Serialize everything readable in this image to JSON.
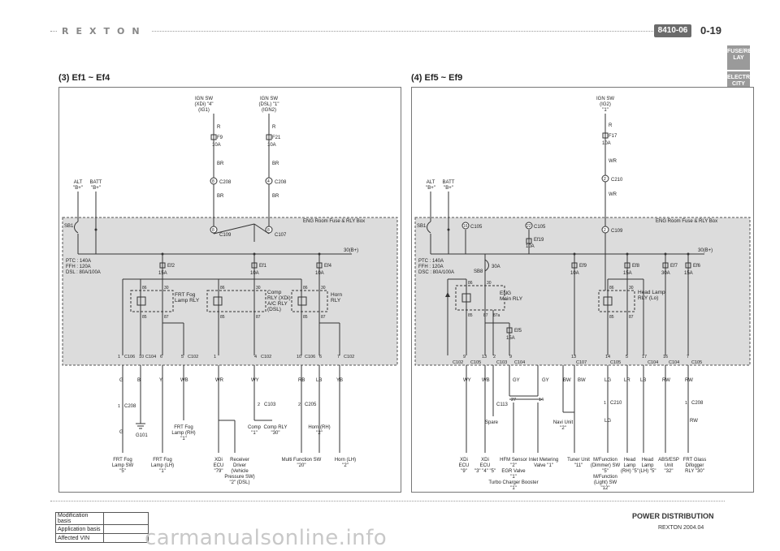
{
  "header": {
    "logo": "REXTON",
    "code": "8410-06",
    "page": "0-19",
    "tabs": [
      "FUSE/RE LAY",
      "ELECTRI CITY"
    ]
  },
  "left": {
    "title": "(3) Ef1 ~ Ef4",
    "box_label": "ENG Room Fuse & RLY Box",
    "ign1": [
      "IGN SW",
      "(XDi) \"4\"",
      "(IG1)"
    ],
    "ign2": [
      "IGN SW",
      "(DSL) \"1\"",
      "(IGN2)"
    ],
    "f9": [
      "F9",
      "10A"
    ],
    "f21": [
      "F21",
      "10A"
    ],
    "wire_r": "R",
    "wire_br": "BR",
    "c208": "C208",
    "c109": "C109",
    "c107": "C107",
    "pin8": "8",
    "pin4": "4",
    "alt": [
      "ALT",
      "\"B+\""
    ],
    "batt": [
      "BATT",
      "\"B+\""
    ],
    "sb1": "SB1",
    "ptc": [
      "PTC : 140A",
      "FFH : 120A",
      "DSL : 80A/100A"
    ],
    "bus": "30(B+)",
    "ef2": [
      "Ef2",
      "15A"
    ],
    "ef1": [
      "Ef1",
      "10A"
    ],
    "ef4": [
      "Ef4",
      "10A"
    ],
    "relay1": [
      "FRT Fog",
      "Lamp RLY"
    ],
    "relay2": [
      "Comp",
      "RLY (XDi)",
      "A/C RLY",
      "(DSL)"
    ],
    "relay3": [
      "Horn",
      "RLY"
    ],
    "rpins": [
      "86",
      "30",
      "85",
      "87"
    ],
    "conns": [
      [
        "1",
        "C106"
      ],
      [
        "10",
        "C104"
      ],
      [
        "6",
        ""
      ],
      [
        "5",
        "C102"
      ],
      [
        "1",
        ""
      ],
      [
        "4",
        "C102"
      ],
      [
        "10",
        "C106"
      ],
      [
        "6",
        ""
      ],
      [
        "7",
        "C102"
      ]
    ],
    "wires": [
      "G",
      "B",
      "Y",
      "WB",
      "WR",
      "WY",
      "RB",
      "LB",
      "YB"
    ],
    "c208b": [
      "1",
      "C208"
    ],
    "g_wire": "G",
    "g101": "G101",
    "c103": [
      "2",
      "C103"
    ],
    "c205": [
      "2",
      "C205"
    ],
    "comp1": [
      "Comp",
      "\"1\""
    ],
    "comprly": [
      "Comp RLY",
      "\"30\""
    ],
    "hornrh": [
      "Horn (RH)",
      "\"2\""
    ],
    "fogrh": [
      "FRT Fog",
      "Lamp (RH)",
      "\"1\""
    ],
    "bottom": [
      [
        "FRT Fog",
        "Lamp SW",
        "\"5\""
      ],
      [
        "FRT Fog",
        "Lamp (LH)",
        "\"1\""
      ],
      [
        "XDi",
        "ECU",
        "\"79\""
      ],
      [
        "Receiver",
        "Driver",
        "(Vehicle",
        "Pressure SW)",
        "\"2\" (DSL)"
      ],
      [
        "Multi Function SW",
        "\"20\""
      ],
      [
        "Horn (LH)",
        "\"2\""
      ]
    ]
  },
  "right": {
    "title": "(4) Ef5 ~ Ef9",
    "box_label": "ENG Room Fuse & RLY Box",
    "ign": [
      "IGN SW",
      "(IG2)",
      "\"1\""
    ],
    "f17": [
      "F17",
      "10A"
    ],
    "wire_r": "R",
    "wire_wr": "WR",
    "c210": [
      "2",
      "C210"
    ],
    "c109": [
      "2",
      "C109"
    ],
    "alt": [
      "ALT",
      "\"B+\""
    ],
    "batt": [
      "BATT",
      "\"B+\""
    ],
    "sb1": "SB1",
    "c105a": [
      "16",
      "C105"
    ],
    "c105b": [
      "22",
      "C105"
    ],
    "ef19": [
      "Ef19",
      "10A"
    ],
    "sb8": [
      "SB8",
      "30A"
    ],
    "ptc": [
      "PTC : 140A",
      "FFH : 120A",
      "DSC : 80A/100A"
    ],
    "bus": "30(B+)",
    "ef9": [
      "Ef9",
      "10A"
    ],
    "ef8": [
      "Ef8",
      "15A"
    ],
    "ef7": [
      "Ef7",
      "30A"
    ],
    "ef6": [
      "Ef6",
      "15A"
    ],
    "relay1": [
      "ENG",
      "Main RLY"
    ],
    "relay1pins": [
      "86",
      "30",
      "85",
      "87",
      "87a"
    ],
    "relay2": [
      "Head Lamp",
      "RLY (Lo)"
    ],
    "rpins": [
      "86",
      "30",
      "85",
      "87"
    ],
    "ef5": [
      "Ef5",
      "15A"
    ],
    "conns": [
      [
        "9",
        "C102"
      ],
      [
        "13",
        "C105"
      ],
      [
        "2",
        "C103"
      ],
      [
        "9",
        "C104"
      ],
      [
        "13",
        "C107"
      ],
      [
        "14",
        "C105"
      ],
      [
        "5",
        ""
      ],
      [
        "17",
        "C104"
      ],
      [
        "16",
        "C104"
      ],
      [
        "7",
        "C105"
      ]
    ],
    "wires": [
      "WY",
      "WB",
      "GY",
      "GY",
      "BW",
      "BW",
      "LG",
      "LR",
      "LB",
      "RW",
      "RW"
    ],
    "c113": [
      "C113",
      "27",
      "14"
    ],
    "c210b": [
      "1",
      "C210"
    ],
    "lg": "LG",
    "c208": [
      "1",
      "C208"
    ],
    "rw": "RW",
    "spare": "Spare",
    "navi": [
      "Navi Unit",
      "\"2\""
    ],
    "bottom": [
      [
        "XDi",
        "ECU",
        "\"9\""
      ],
      [
        "XDi",
        "ECU",
        "\"3\" \"4\" \"5\""
      ],
      [
        "HFM Sensor",
        "\"2\"",
        "EGR Valve",
        "\"1\"",
        "Turbo Charger Booster",
        "\"1\""
      ],
      [
        "Inlet Metering",
        "Valve \"1\""
      ],
      [
        "Tuner Unit",
        "\"11\""
      ],
      [
        "M/Function",
        "(Dimmer) SW",
        "\"5\"",
        "M/Function",
        "(Light) SW",
        "\"12\""
      ],
      [
        "Head",
        "Lamp",
        "(RH) \"5\""
      ],
      [
        "Head",
        "Lamp",
        "(LH) \"5\""
      ],
      [
        "ABS/ESP",
        "Unit",
        "\"32\""
      ],
      [
        "FRT Glass",
        "Difogger",
        "RLY \"30\""
      ]
    ]
  },
  "footer": {
    "table": [
      "Modification basis",
      "Application basis",
      "Affected VIN"
    ],
    "title": "POWER DISTRIBUTION",
    "sub": "REXTON 2004.04",
    "watermark": "carmanualsonline.info"
  }
}
